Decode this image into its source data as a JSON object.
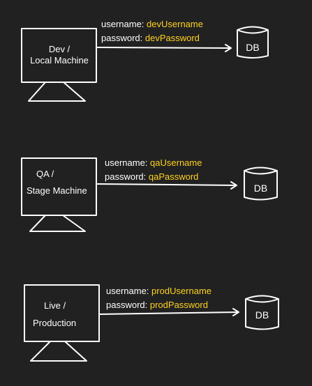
{
  "colors": {
    "background": "#212121",
    "line": "#ffffff",
    "text": "#ffffff",
    "credential_value": "#ffd21f"
  },
  "environments": [
    {
      "machine_lines": [
        "Dev /",
        "Local Machine"
      ],
      "username_label": "username:",
      "username_value": "devUsername",
      "password_label": "password:",
      "password_value": "devPassword",
      "db_label": "DB"
    },
    {
      "machine_lines": [
        "QA /",
        "Stage Machine"
      ],
      "username_label": "username:",
      "username_value": "qaUsername",
      "password_label": "password:",
      "password_value": "qaPassword",
      "db_label": "DB"
    },
    {
      "machine_lines": [
        "Live /",
        "Production"
      ],
      "username_label": "username:",
      "username_value": "prodUsername",
      "password_label": "password:",
      "password_value": "prodPassword",
      "db_label": "DB"
    }
  ]
}
